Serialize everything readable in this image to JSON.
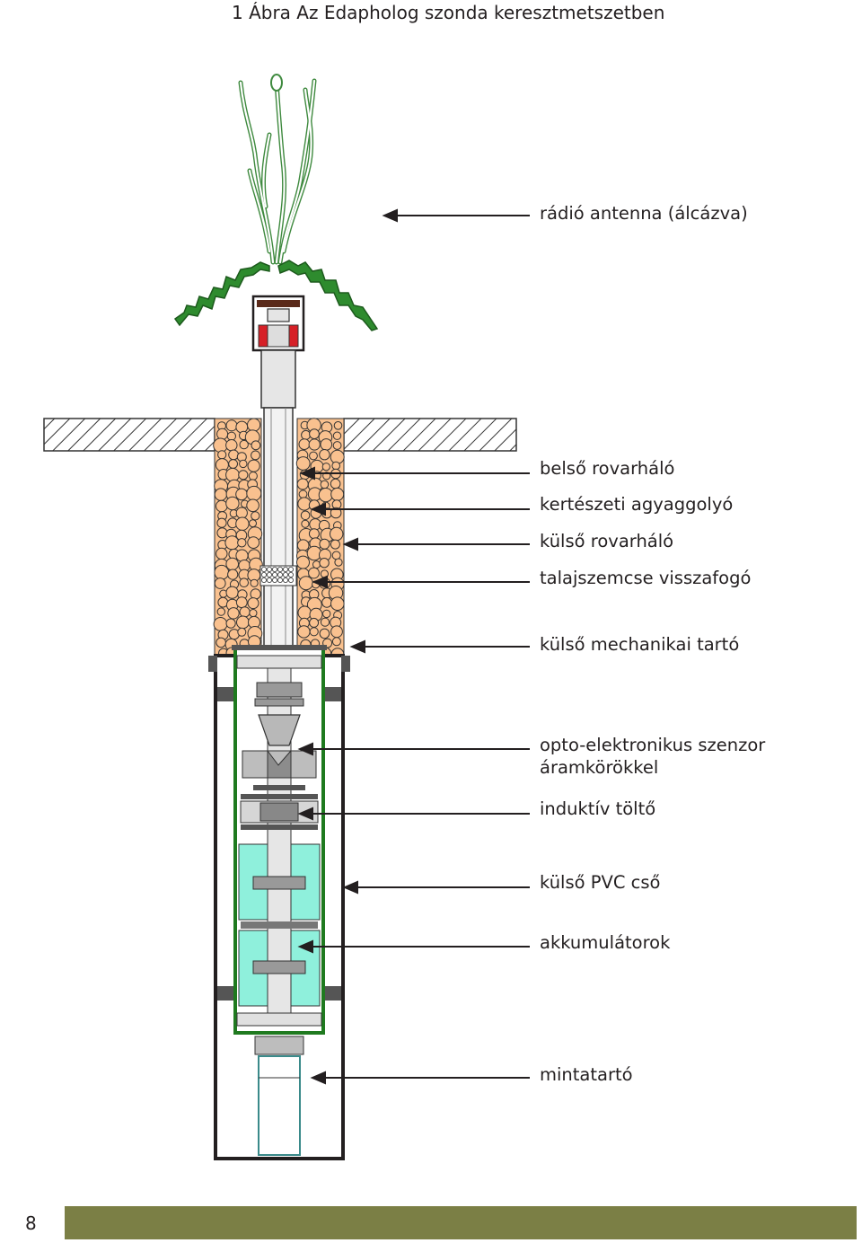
{
  "title": "1 Ábra Az Edapholog szonda keresztmetszetben",
  "labels": [
    {
      "id": "antenna",
      "text": "rádió antenna (álcázva)"
    },
    {
      "id": "inner_net",
      "text": "belső rovarháló"
    },
    {
      "id": "clay",
      "text": "kertészeti agyaggolyó"
    },
    {
      "id": "outer_net",
      "text": "külső rovarháló"
    },
    {
      "id": "trap",
      "text": "talajszemcse visszafogó"
    },
    {
      "id": "holder",
      "text": "külső mechanikai tartó"
    },
    {
      "id": "sensor",
      "text": "opto-elektronikus szenzor"
    },
    {
      "id": "sensor2",
      "text": "áramkörökkel"
    },
    {
      "id": "charger",
      "text": "induktív töltő"
    },
    {
      "id": "pvc",
      "text": "külső PVC cső"
    },
    {
      "id": "battery",
      "text": "akkumulátorok"
    },
    {
      "id": "sample",
      "text": "mintatartó"
    }
  ],
  "page_number": "8",
  "colors": {
    "footer": "#7b7f45",
    "leaf": "#2e8b2e",
    "clay": "#f9c18f",
    "battery": "#8ff0dc",
    "holder": "#1f7a1f",
    "red": "#d62027"
  }
}
